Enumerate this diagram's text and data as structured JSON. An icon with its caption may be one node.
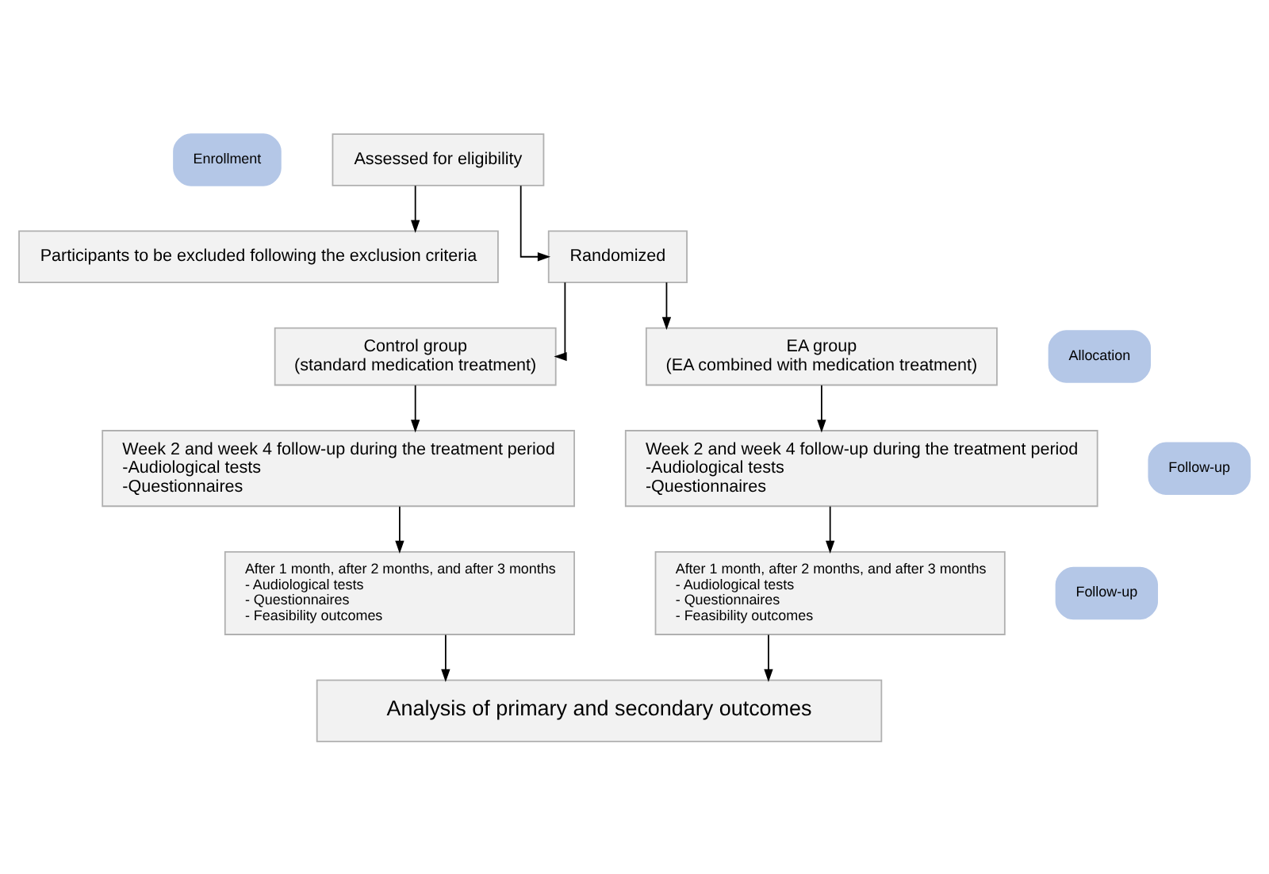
{
  "diagram": {
    "nodes": [
      {
        "text": [
          "Enrollment"
        ]
      },
      {
        "text": [
          "Assessed for eligibility"
        ]
      },
      {
        "text": [
          "Participants to be excluded following the exclusion criteria"
        ]
      },
      {
        "text": [
          "Randomized"
        ]
      },
      {
        "text": [
          "Control group",
          "(standard medication treatment)"
        ]
      },
      {
        "text": [
          "Allocation"
        ]
      },
      {
        "text": [
          "EA group",
          "(EA combined with medication treatment)"
        ]
      },
      {
        "text": [
          "Week 2 and week 4 follow-up during the treatment period",
          "-Audiological tests",
          "-Questionnaires"
        ]
      },
      {
        "text": [
          "Follow-up"
        ]
      },
      {
        "text": [
          "Week 2 and week 4 follow-up during the treatment period",
          "-Audiological tests",
          "-Questionnaires"
        ]
      },
      {
        "text": [
          "After 1 month, after 2 months, and after 3 months",
          "- Audiological tests",
          "- Questionnaires",
          "- Feasibility outcomes"
        ]
      },
      {
        "text": [
          "Follow-up"
        ]
      },
      {
        "text": [
          "After 1 month, after 2 months, and after 3 months",
          "- Audiological tests",
          "- Questionnaires",
          "- Feasibility outcomes"
        ]
      },
      {
        "text": [
          "Analysis of primary and secondary outcomes"
        ]
      }
    ],
    "edges": [
      {
        "from": 1,
        "to": 3,
        "arrow": "to"
      },
      {
        "from": 1,
        "to": 2,
        "arrow": "to"
      },
      {
        "from": 3,
        "to": 4,
        "arrow": "to"
      },
      {
        "from": 3,
        "to": 6,
        "arrow": "to"
      },
      {
        "from": 4,
        "to": 7,
        "arrow": "to"
      },
      {
        "from": 6,
        "to": 9,
        "arrow": "to"
      },
      {
        "from": 7,
        "to": 10,
        "arrow": "to"
      },
      {
        "from": 9,
        "to": 12,
        "arrow": "to"
      },
      {
        "from": 10,
        "to": 13,
        "arrow": "to"
      },
      {
        "from": 12,
        "to": 13,
        "arrow": "to"
      }
    ]
  }
}
